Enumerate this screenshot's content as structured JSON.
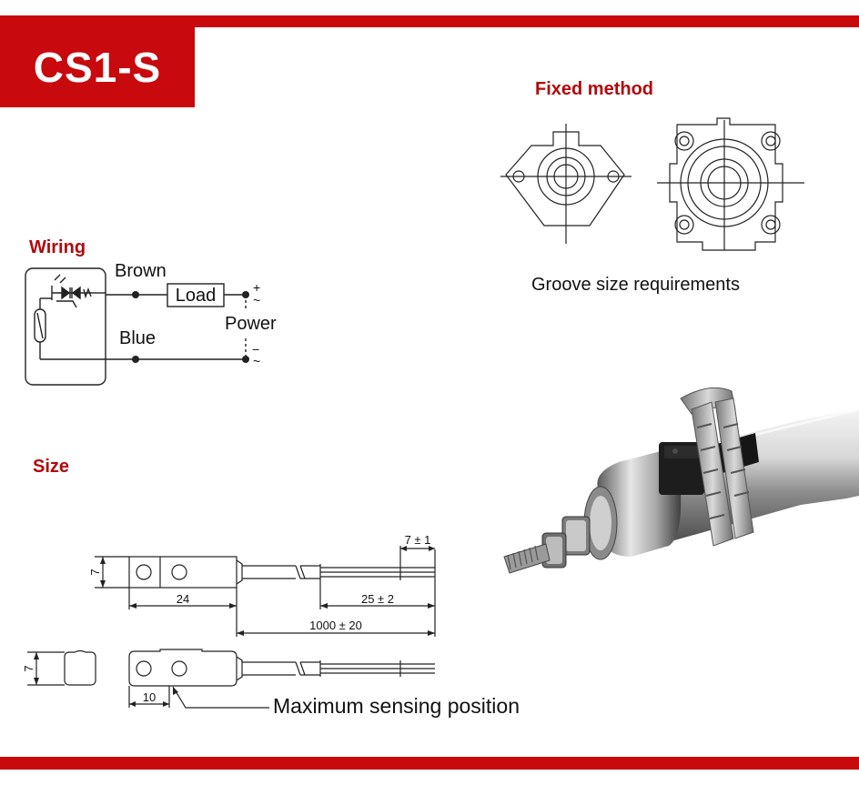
{
  "title": "CS1-S",
  "sections": {
    "fixed_method": "Fixed method",
    "wiring": "Wiring",
    "size": "Size"
  },
  "wiring": {
    "brown": "Brown",
    "blue": "Blue",
    "load": "Load",
    "power": "Power",
    "plus": "+",
    "minus": "−",
    "ac": "~"
  },
  "groove": "Groove size requirements",
  "dimensions": {
    "height": "7",
    "length": "24",
    "lead_length": "1000 ± 20",
    "strip_length": "25 ± 2",
    "wire_end": "7 ± 1",
    "side_height": "7",
    "sensing_offset": "10"
  },
  "max_sensing": "Maximum sensing position",
  "colors": {
    "brand_red": "#c8090d",
    "heading_red": "#b3080b"
  }
}
